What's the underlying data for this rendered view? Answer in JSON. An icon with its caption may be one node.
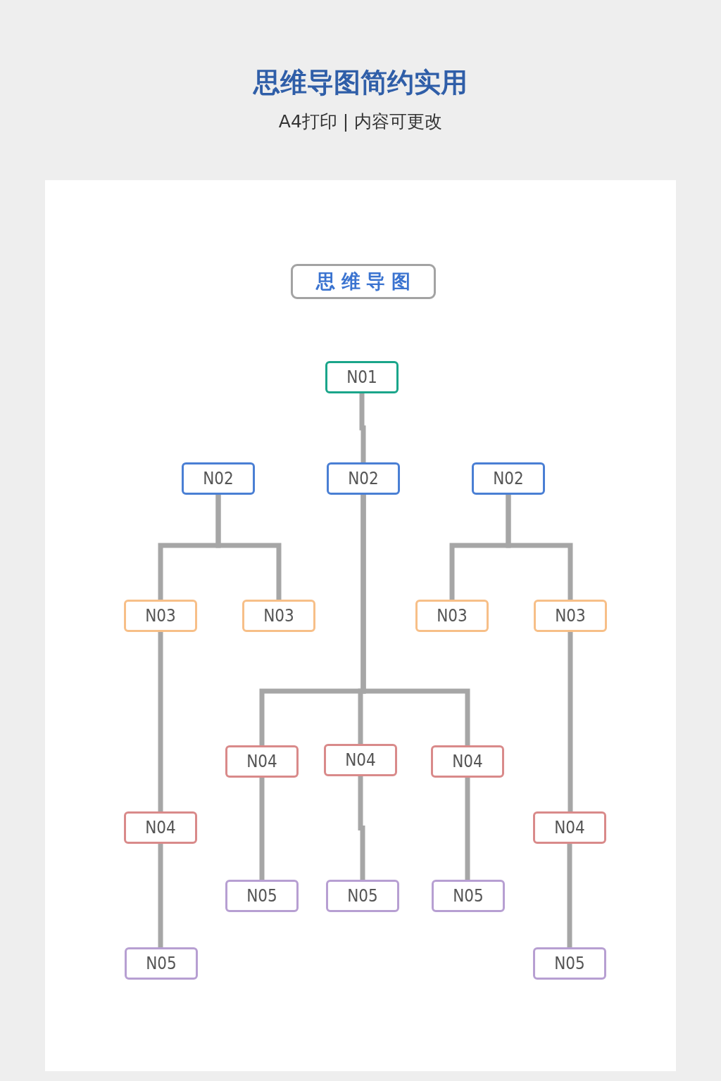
{
  "diagram": {
    "title": "思维导图简约实用",
    "nodes": [
      {
        "text": [
          "思 维 导 图"
        ]
      },
      {
        "text": [
          "N01"
        ]
      },
      {
        "text": [
          "N02"
        ]
      },
      {
        "text": [
          "N02"
        ]
      },
      {
        "text": [
          "N02"
        ]
      },
      {
        "text": [
          "N03"
        ]
      },
      {
        "text": [
          "N03"
        ]
      },
      {
        "text": [
          "N03"
        ]
      },
      {
        "text": [
          "N03"
        ]
      },
      {
        "text": [
          "N04"
        ]
      },
      {
        "text": [
          "N04"
        ]
      },
      {
        "text": [
          "N04"
        ]
      },
      {
        "text": [
          "N04"
        ]
      },
      {
        "text": [
          "N04"
        ]
      },
      {
        "text": [
          "N05"
        ]
      },
      {
        "text": [
          "N05"
        ]
      },
      {
        "text": [
          "N05"
        ]
      },
      {
        "text": [
          "N05"
        ]
      },
      {
        "text": [
          "N05"
        ]
      }
    ],
    "edges": [
      {
        "from": 1,
        "to": 3,
        "arrow": "none"
      },
      {
        "from": 2,
        "to": 5,
        "arrow": "none"
      },
      {
        "from": 2,
        "to": 6,
        "arrow": "none"
      },
      {
        "from": 3,
        "to": 9,
        "arrow": "none"
      },
      {
        "from": 3,
        "to": 10,
        "arrow": "none"
      },
      {
        "from": 3,
        "to": 11,
        "arrow": "none"
      },
      {
        "from": 4,
        "to": 7,
        "arrow": "none"
      },
      {
        "from": 4,
        "to": 8,
        "arrow": "none"
      },
      {
        "from": 5,
        "to": 12,
        "arrow": "none"
      },
      {
        "from": 8,
        "to": 13,
        "arrow": "none"
      },
      {
        "from": 9,
        "to": 14,
        "arrow": "none"
      },
      {
        "from": 10,
        "to": 15,
        "arrow": "none"
      },
      {
        "from": 11,
        "to": 16,
        "arrow": "none"
      },
      {
        "from": 12,
        "to": 17,
        "arrow": "none"
      },
      {
        "from": 13,
        "to": 18,
        "arrow": "none"
      }
    ],
    "labels": [
      "A4打印 | 内容可更改"
    ]
  }
}
